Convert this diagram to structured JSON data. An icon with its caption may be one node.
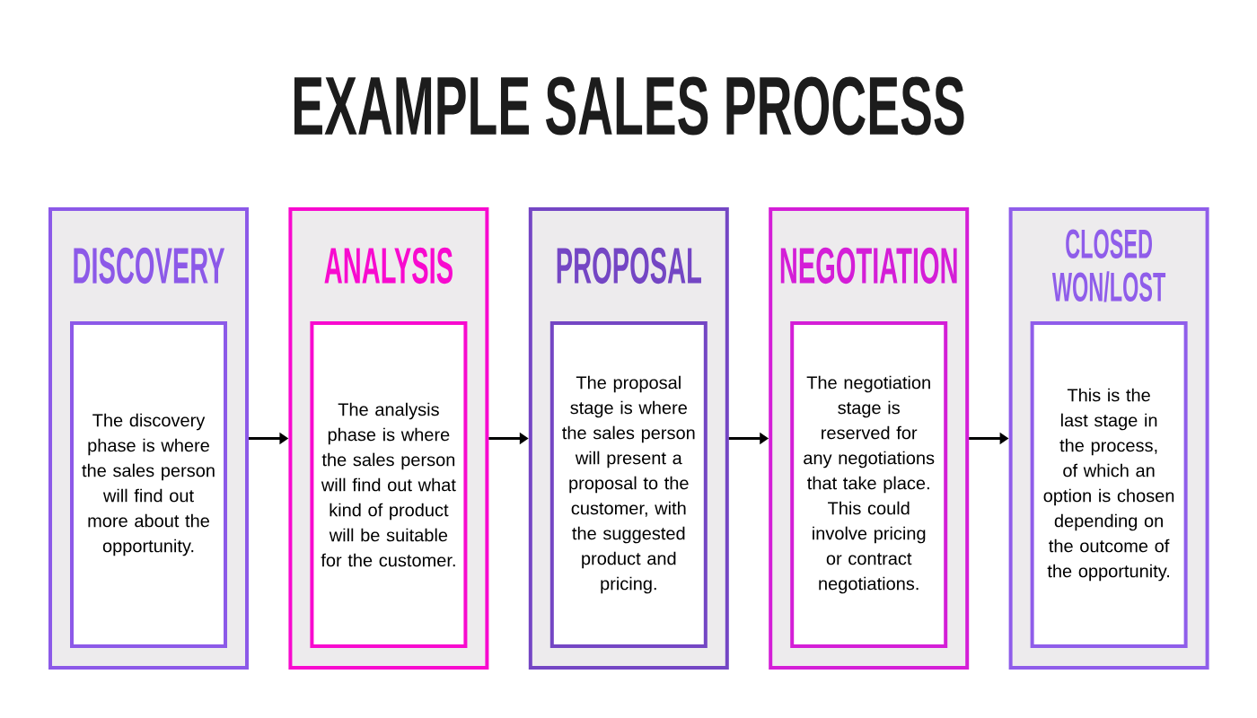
{
  "diagram": {
    "title": "EXAMPLE SALES PROCESS",
    "nodes": [
      {
        "text": [
          "DISCOVERY"
        ]
      },
      {
        "text": [
          "The discovery phase is where the sales person will find out more about the opportunity."
        ],
        "in": 0
      },
      {
        "text": [
          "ANALYSIS"
        ]
      },
      {
        "text": [
          "The analysis phase is where the sales person will find out what kind of product will be suitable for the customer."
        ],
        "in": 2
      },
      {
        "text": [
          "PROPOSAL"
        ]
      },
      {
        "text": [
          "The proposal stage is where the sales person will present a proposal to the customer, with the suggested product and pricing."
        ],
        "in": 4
      },
      {
        "text": [
          "NEGOTIATION"
        ]
      },
      {
        "text": [
          "The negotiation stage is reserved for any negotiations that take place. This could involve pricing or contract negotiations."
        ],
        "in": 6
      },
      {
        "text": [
          "CLOSED WON/LOST"
        ]
      },
      {
        "text": [
          "This is the last stage in the process, of which an option is chosen depending on the outcome of the opportunity."
        ],
        "in": 8
      }
    ],
    "edges": [
      {
        "from": 0,
        "to": 2,
        "arrow": "to"
      },
      {
        "from": 2,
        "to": 4,
        "arrow": "to"
      },
      {
        "from": 4,
        "to": 6,
        "arrow": "to"
      },
      {
        "from": 6,
        "to": 8,
        "arrow": "to"
      }
    ]
  }
}
